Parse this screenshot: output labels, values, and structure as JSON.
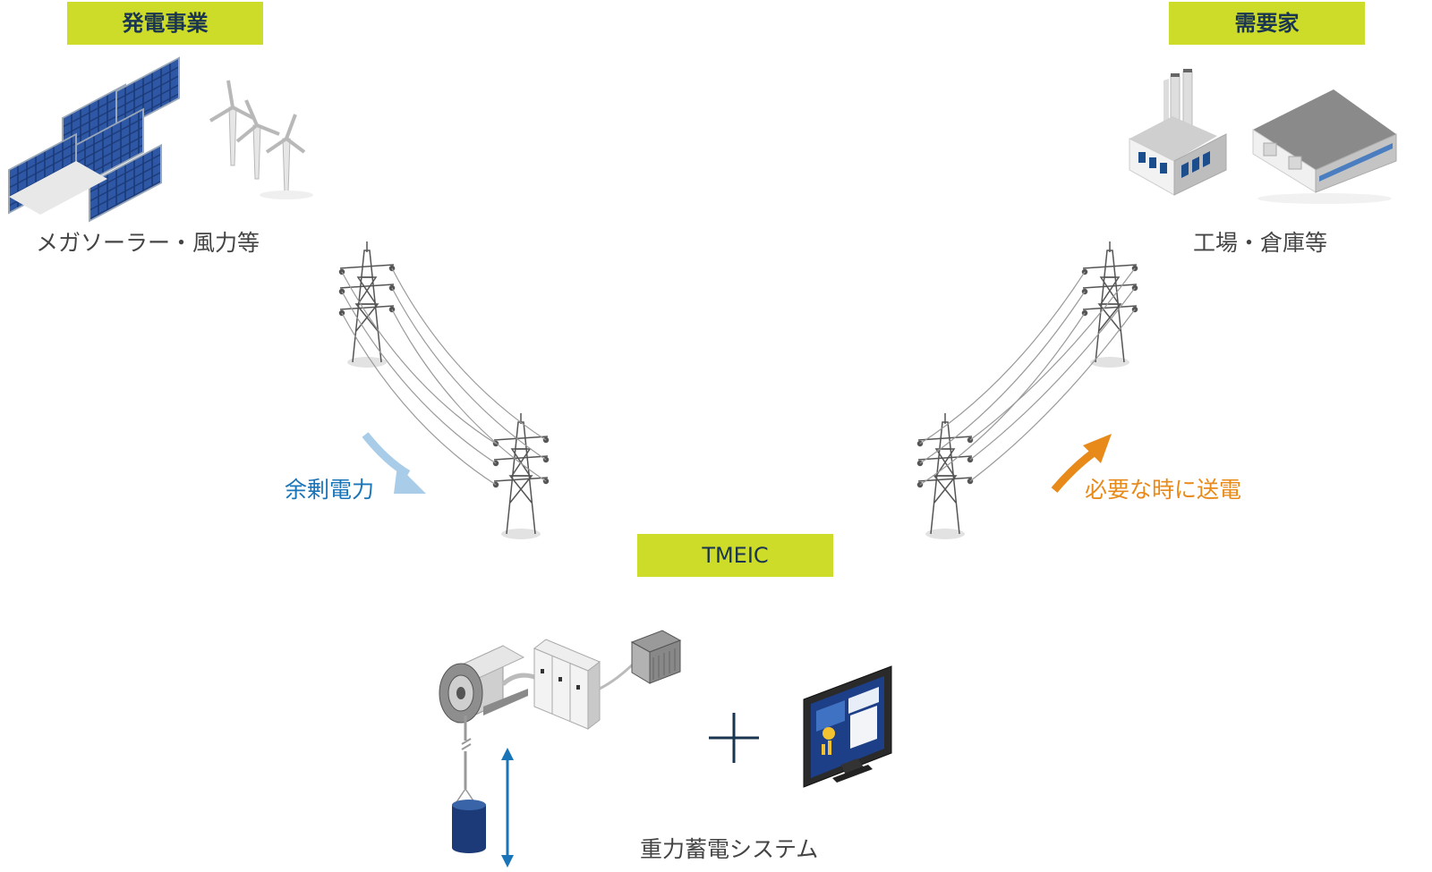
{
  "generation": {
    "badge": "発電事業",
    "caption": "メガソーラー・風力等"
  },
  "consumer": {
    "badge": "需要家",
    "caption": "工場・倉庫等"
  },
  "tmeic": {
    "badge": "TMEIC",
    "caption": "重力蓄電システム"
  },
  "flows": {
    "surplus": "余剰電力",
    "supply": "必要な時に送電"
  },
  "colors": {
    "badge_bg": "#cddc29",
    "badge_text": "#1a3551",
    "surplus_arrow": "#a9cce8",
    "surplus_text": "#1a74b8",
    "supply_arrow": "#e88a1a",
    "navy": "#1a3551",
    "vertical_arrow": "#1a74b8"
  }
}
